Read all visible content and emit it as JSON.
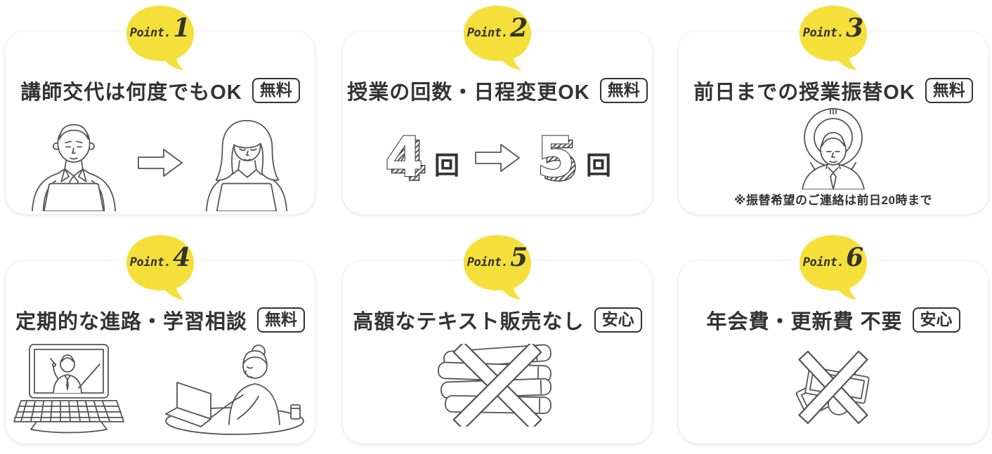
{
  "colors": {
    "bubble_yellow": "#F5E03B",
    "title_text": "#333333",
    "line_art": "#555555",
    "badge_border": "#333333",
    "card_background": "#FFFFFF",
    "page_background": "#FFFFFF"
  },
  "cards": [
    {
      "point_label": "Point.",
      "point_number": "1",
      "title": "講師交代は何度でもOK",
      "badge": "無料"
    },
    {
      "point_label": "Point.",
      "point_number": "2",
      "title": "授業の回数・日程変更OK",
      "badge": "無料",
      "counts": {
        "before": "4",
        "after": "5",
        "unit": "回"
      }
    },
    {
      "point_label": "Point.",
      "point_number": "3",
      "title": "前日までの授業振替OK",
      "badge": "無料",
      "note": "※振替希望のご連絡は前日20時まで"
    },
    {
      "point_label": "Point.",
      "point_number": "4",
      "title": "定期的な進路・学習相談",
      "badge": "無料"
    },
    {
      "point_label": "Point.",
      "point_number": "5",
      "title": "高額なテキスト販売なし",
      "badge": "安心"
    },
    {
      "point_label": "Point.",
      "point_number": "6",
      "title": "年会費・更新費 不要",
      "badge": "安心"
    }
  ]
}
